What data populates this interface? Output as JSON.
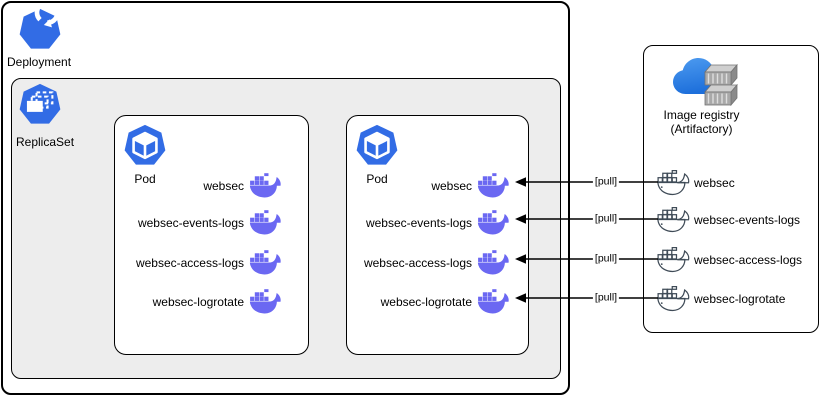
{
  "deployment": {
    "label": "Deployment"
  },
  "replicaset": {
    "label": "ReplicaSet"
  },
  "pods": [
    {
      "label": "Pod",
      "containers": [
        "websec",
        "websec-events-logs",
        "websec-access-logs",
        "websec-logrotate"
      ]
    },
    {
      "label": "Pod",
      "containers": [
        "websec",
        "websec-events-logs",
        "websec-access-logs",
        "websec-logrotate"
      ]
    }
  ],
  "registry": {
    "title_line1": "Image registry",
    "title_line2": "(Artifactory)",
    "images": [
      "websec",
      "websec-events-logs",
      "websec-access-logs",
      "websec-logrotate"
    ]
  },
  "connections": [
    {
      "label": "[pull]"
    },
    {
      "label": "[pull]"
    },
    {
      "label": "[pull]"
    },
    {
      "label": "[pull]"
    }
  ],
  "colors": {
    "kubernetes_blue": "#326ce5",
    "docker_purple": "#6b68f2",
    "registry_whale_grey": "#3f4b57",
    "replicaset_fill": "#ededed",
    "cloud_blue": "#2e86ec",
    "box_border": "#000000"
  }
}
